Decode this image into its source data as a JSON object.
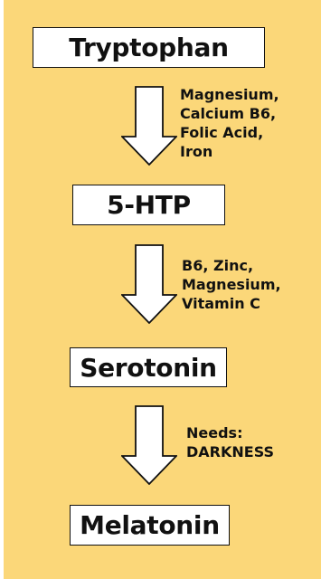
{
  "steps": [
    {
      "label": "Tryptophan"
    },
    {
      "label": "5-HTP"
    },
    {
      "label": "Serotonin"
    },
    {
      "label": "Melatonin"
    }
  ],
  "cofactors": [
    {
      "lines": [
        "Magnesium,",
        "Calcium B6,",
        "Folic Acid,",
        "Iron"
      ]
    },
    {
      "lines": [
        "B6, Zinc,",
        "Magnesium,",
        "Vitamin C"
      ]
    },
    {
      "lines": [
        "Needs:",
        "DARKNESS"
      ]
    }
  ],
  "colors": {
    "background": "#fbd779",
    "box_fill": "#ffffff",
    "stroke": "#111111"
  },
  "icons": [
    "down-arrow-icon"
  ]
}
